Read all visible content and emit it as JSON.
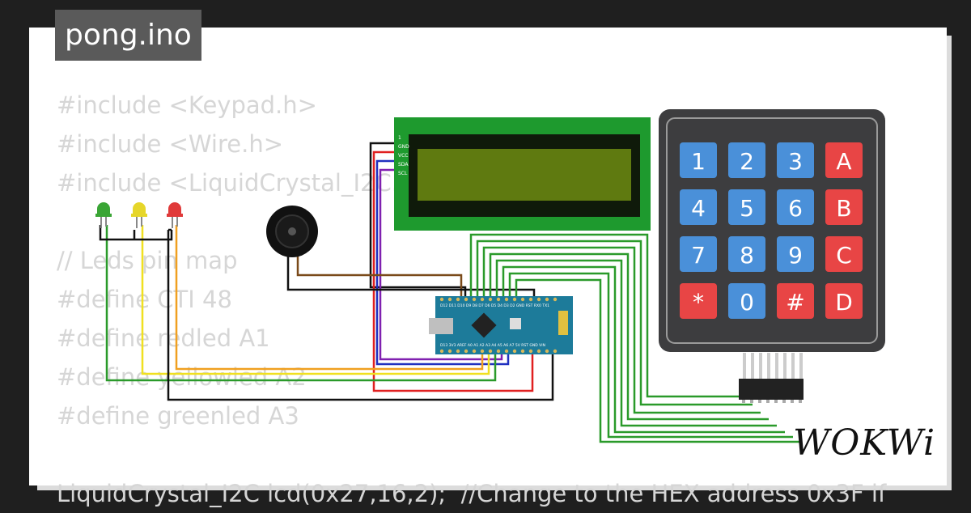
{
  "title": "pong.ino",
  "code_lines": [
    "#include <Keypad.h>",
    "#include <Wire.h>",
    "#include <LiquidCrystal_I2C.h>",
    "",
    "// Leds pin map",
    "#define CTI 48",
    "#define redled A1",
    "#define yellowled A2",
    "#define greenled A3",
    "",
    "LiquidCrystal_I2C lcd(0x27,16,2);  //Change to the HEX address 0x3F if"
  ],
  "keypad": {
    "rows": [
      [
        "1",
        "2",
        "3",
        "A"
      ],
      [
        "4",
        "5",
        "6",
        "B"
      ],
      [
        "7",
        "8",
        "9",
        "C"
      ],
      [
        "*",
        "0",
        "#",
        "D"
      ]
    ],
    "blue": "#4a90d9",
    "red": "#e84545"
  },
  "lcd": {
    "pins": [
      "1",
      "GND",
      "VCC",
      "SDA",
      "SCL"
    ],
    "board_color": "#1e9a2e",
    "screen_color": "#5f7a10"
  },
  "arduino": {
    "top_pins": "D12 D11 D10 D9 D8 D7 D6 D5 D4 D3 D2 GND RST RX0 TX1",
    "bottom_pins": "D13 3V3 AREF A0 A1 A2 A3 A4 A5 A6 A7 5V RST GND VIN",
    "board_color": "#1d7b9a"
  },
  "leds": [
    {
      "color": "#3aa535",
      "name": "green"
    },
    {
      "color": "#e6d62a",
      "name": "yellow"
    },
    {
      "color": "#e03a3a",
      "name": "red"
    }
  ],
  "logo": "WOKWi"
}
